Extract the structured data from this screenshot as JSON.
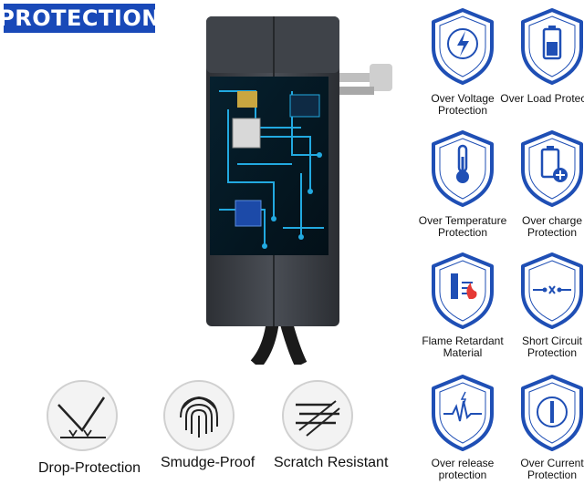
{
  "banner": {
    "title": "PROTECTION"
  },
  "features": [
    {
      "label": "Over Voltage Protection",
      "icon": "lightning-icon"
    },
    {
      "label": "Over Load Protection",
      "icon": "battery-icon"
    },
    {
      "label": "Over Temperature Protection",
      "icon": "thermometer-icon"
    },
    {
      "label": "Over charge Protection",
      "icon": "battery-plus-icon"
    },
    {
      "label": "Flame Retardant Material",
      "icon": "flame-wall-icon"
    },
    {
      "label": "Short Circuit Protection",
      "icon": "short-circuit-icon"
    },
    {
      "label": "Over release protection",
      "icon": "pulse-icon"
    },
    {
      "label": "Over Current Protection",
      "icon": "current-bar-icon"
    }
  ],
  "bottom_features": [
    {
      "label": "Drop-Protection",
      "icon": "drop-icon"
    },
    {
      "label": "Smudge-Proof",
      "icon": "fingerprint-icon"
    },
    {
      "label": "Scratch Resistant",
      "icon": "scratch-icon"
    }
  ],
  "colors": {
    "accent": "#1949b8",
    "shield_stroke": "#1f4fb5",
    "device_body": "#3a3d42",
    "circuit": "#22a9e0"
  }
}
